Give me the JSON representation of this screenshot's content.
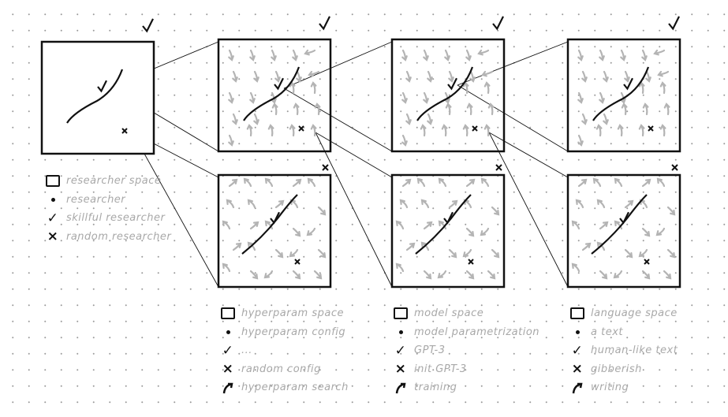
{
  "legends": [
    {
      "id": "researcher",
      "items": [
        {
          "icon": "square-icon",
          "label": "researcher space"
        },
        {
          "icon": "dot-icon",
          "label": "researcher"
        },
        {
          "icon": "check-icon",
          "label": "skillful researcher"
        },
        {
          "icon": "cross-icon",
          "label": "random researcher"
        }
      ]
    },
    {
      "id": "hyperparam",
      "items": [
        {
          "icon": "square-icon",
          "label": "hyperparam space"
        },
        {
          "icon": "dot-icon",
          "label": "hyperparam config"
        },
        {
          "icon": "check-icon",
          "label": "..."
        },
        {
          "icon": "cross-icon",
          "label": "random config"
        },
        {
          "icon": "curved-arrow-icon",
          "label": "hyperparam search"
        }
      ]
    },
    {
      "id": "model",
      "items": [
        {
          "icon": "square-icon",
          "label": "model space"
        },
        {
          "icon": "dot-icon",
          "label": "model parametrization"
        },
        {
          "icon": "check-icon",
          "label": "GPT-3"
        },
        {
          "icon": "cross-icon",
          "label": "init GPT-3"
        },
        {
          "icon": "curved-arrow-icon",
          "label": "training"
        }
      ]
    },
    {
      "id": "language",
      "items": [
        {
          "icon": "square-icon",
          "label": "language space"
        },
        {
          "icon": "dot-icon",
          "label": "a text"
        },
        {
          "icon": "check-icon",
          "label": "human-like text"
        },
        {
          "icon": "cross-icon",
          "label": "gibberish"
        },
        {
          "icon": "curved-arrow-icon",
          "label": "writing"
        }
      ]
    }
  ],
  "colors": {
    "ink": "#111111",
    "arrows": "#b4b4b4",
    "text": "#b0b0b0"
  }
}
